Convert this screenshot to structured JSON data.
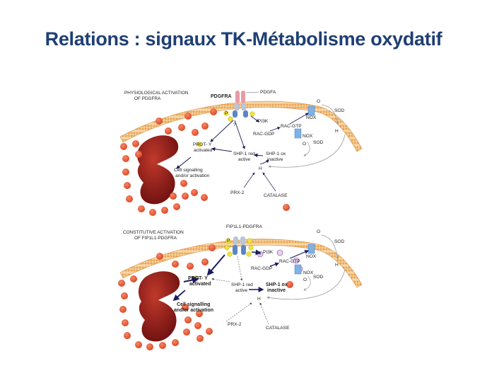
{
  "title": "Relations : signaux TK-Métabolisme oxydatif",
  "panel_top": {
    "header_line1": "PHYSIOLOGICAL ACTIVATION",
    "header_line2": "OF PDGFRA",
    "receptor": "PDGFRA",
    "ligand": "PDGFA",
    "o2_minus": "O",
    "sod_1": "SOD",
    "h2o2_top": "H",
    "nox": "NOX",
    "nox2": "NOX",
    "o2_minus_2": "O",
    "sod_2": "SOD",
    "pi3k": "PI3K",
    "rac_gtp": "RAC-GTP",
    "rac_gdp": "RAC-GDP",
    "prot_y_line1": "PROT- Y",
    "prot_y_line2": "activated",
    "shp1_red_line1": "SHP-1 red",
    "shp1_red_line2": "active",
    "shp1_ox_line1": "SHP-1 ox",
    "shp1_ox_line2": "inactive",
    "h2o2_mid": "H",
    "cell_sig_line1": "Cell signalling",
    "cell_sig_line2": "and/or activation",
    "prx2": "PRX-2",
    "catalase": "CATALASE",
    "y": "Y",
    "p": "P",
    "q": "?"
  },
  "panel_bottom": {
    "header_line1": "CONSTITUTIVE ACTIVATION",
    "header_line2": "OF FIP1L1-PDGFRA",
    "receptor": "FIP1L1-PDGFRA",
    "o2_minus": "O",
    "sod_1": "SOD",
    "h2o2_top": "H",
    "nox": "NOX",
    "nox2": "NOX",
    "o2_minus_2": "O",
    "sod_2": "SOD",
    "pi3k": "PI3K",
    "rac_gtp": "RAC-GTP",
    "rac_gdp": "RAC-GDP",
    "prot_y_line1": "PROT- Y",
    "prot_y_line2": "activated",
    "shp1_red_line1": "SHP-1 red",
    "shp1_red_line2": "active",
    "shp1_ox_line1": "SHP-1 ox",
    "shp1_ox_line2": "inactive",
    "h2o2_mid": "H",
    "cell_sig_line1": "Cell signalling",
    "cell_sig_line2": "and/or activation",
    "prx2": "PRX-2",
    "catalase": "CATALASE",
    "y": "Y",
    "p": "P",
    "plus": "+"
  },
  "colors": {
    "title": "#1f3f73",
    "membrane": "#e9a657",
    "vesicle": "#e8532c",
    "nucleus": "#8b1a1a",
    "phospho": "#f2e33a",
    "receptor": "#e79aa8",
    "arrow": "#1c1c5c"
  }
}
